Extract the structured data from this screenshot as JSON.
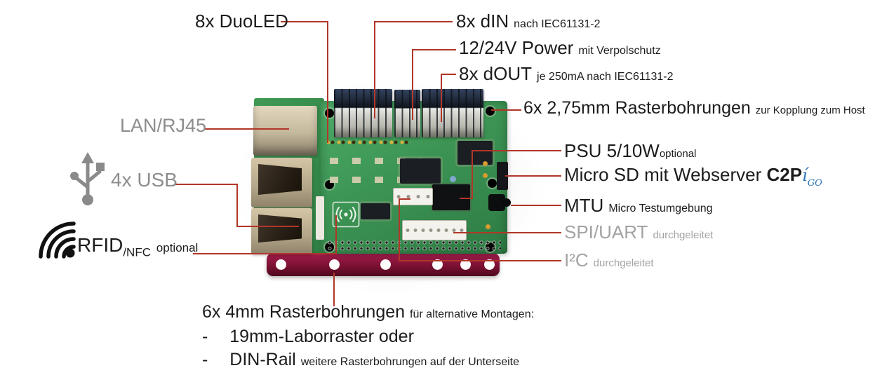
{
  "diagram": {
    "subject": "Annotated industrial I/O controller board (Raspberry Pi HAT)",
    "background": "#ffffff"
  },
  "colors": {
    "leader_line": "#b13629",
    "label_dark": "#1c1c1c",
    "label_gray": "#8d8d8d",
    "label_light_gray": "#a3a3a3",
    "brand_blue": "#2e74b5",
    "pcb_green": "#3c9454",
    "plate_maroon": "#7d1133"
  },
  "callouts": {
    "duoled": {
      "label": "8x DuoLED"
    },
    "din": {
      "label": "8x dIN",
      "note": "nach IEC61131-2"
    },
    "power": {
      "label": "12/24V Power",
      "note": "mit Verpolschutz"
    },
    "dout": {
      "label": "8x dOUT",
      "note": "je 250mA nach IEC61131-2"
    },
    "raster275": {
      "label": "6x 2,75mm Rasterbohrungen",
      "note": "zur Kopplung zum Host"
    },
    "psu": {
      "label": "PSU 5/10W",
      "note": "optional"
    },
    "microsd": {
      "label": "Micro SD mit Webserver",
      "brand": "C2P",
      "brand_i": "í",
      "brand_sub": "GO"
    },
    "mtu": {
      "label": "MTU",
      "note": "Micro Testumgebung"
    },
    "spiuart": {
      "label": "SPI/UART",
      "note": "durchgeleitet"
    },
    "i2c": {
      "label": "I²C",
      "note": "durchgeleitet"
    },
    "lan": {
      "label": "LAN/RJ45"
    },
    "usb": {
      "label": "4x USB"
    },
    "rfid": {
      "label": "RFID",
      "sub": "/NFC",
      "note": "optional"
    },
    "raster4": {
      "label": "6x 4mm Rasterbohrungen",
      "note": "für alternative Montagen:"
    },
    "alt1": {
      "dash": "-",
      "label": "19mm-Laborraster oder"
    },
    "alt2": {
      "dash": "-",
      "label": "DIN-Rail",
      "note": "weitere Rasterbohrungen auf der Unterseite"
    }
  }
}
